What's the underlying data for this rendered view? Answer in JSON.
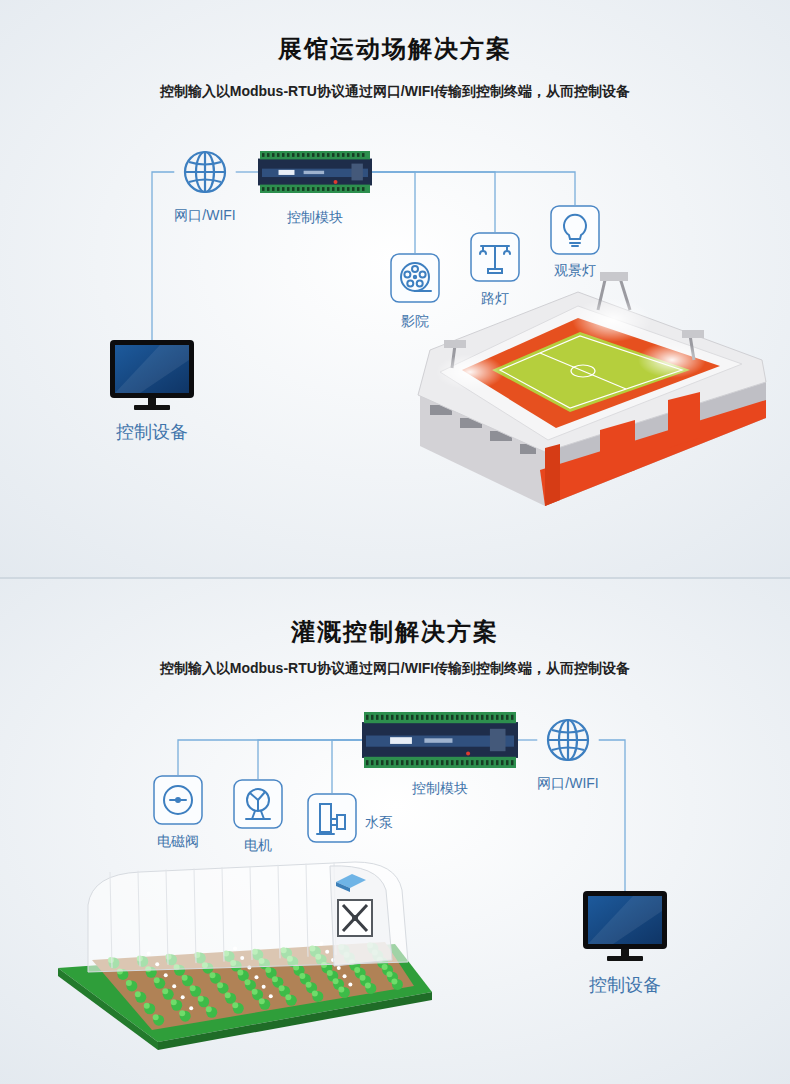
{
  "diagram": {
    "nodes": [
      {
        "text": [
          "展馆运动场解决方案",
          "控制输入以Modbus-RTU协议通过网口/WIFI传输到控制终端，从而控制设备"
        ]
      },
      {
        "text": [
          "网口/WIFI"
        ],
        "in": 0
      },
      {
        "text": [
          "控制模块"
        ],
        "in": 0
      },
      {
        "text": [
          "影院"
        ],
        "in": 0
      },
      {
        "text": [
          "路灯"
        ],
        "in": 0
      },
      {
        "text": [
          "观景灯"
        ],
        "in": 0
      },
      {
        "text": [
          "控制设备"
        ],
        "in": 0
      },
      {
        "text": [
          "灌溉控制解决方案",
          "控制输入以Modbus-RTU协议通过网口/WIFI传输到控制终端，从而控制设备"
        ]
      },
      {
        "text": [
          "电磁阀"
        ],
        "in": 7
      },
      {
        "text": [
          "电机"
        ],
        "in": 7
      },
      {
        "text": [
          "水泵"
        ],
        "in": 7
      },
      {
        "text": [
          "控制模块"
        ],
        "in": 7
      },
      {
        "text": [
          "网口/WIFI"
        ],
        "in": 7
      },
      {
        "text": [
          "控制设备"
        ],
        "in": 7
      }
    ],
    "edges": [
      {
        "from": 6,
        "to": 1,
        "arrow": "none"
      },
      {
        "from": 1,
        "to": 2,
        "arrow": "none"
      },
      {
        "from": 2,
        "to": 3,
        "arrow": "none"
      },
      {
        "from": 2,
        "to": 4,
        "arrow": "none"
      },
      {
        "from": 2,
        "to": 5,
        "arrow": "none"
      },
      {
        "from": 11,
        "to": 8,
        "arrow": "none"
      },
      {
        "from": 11,
        "to": 9,
        "arrow": "none"
      },
      {
        "from": 11,
        "to": 10,
        "arrow": "none"
      },
      {
        "from": 11,
        "to": 12,
        "arrow": "none"
      },
      {
        "from": 12,
        "to": 13,
        "arrow": "none"
      }
    ]
  }
}
